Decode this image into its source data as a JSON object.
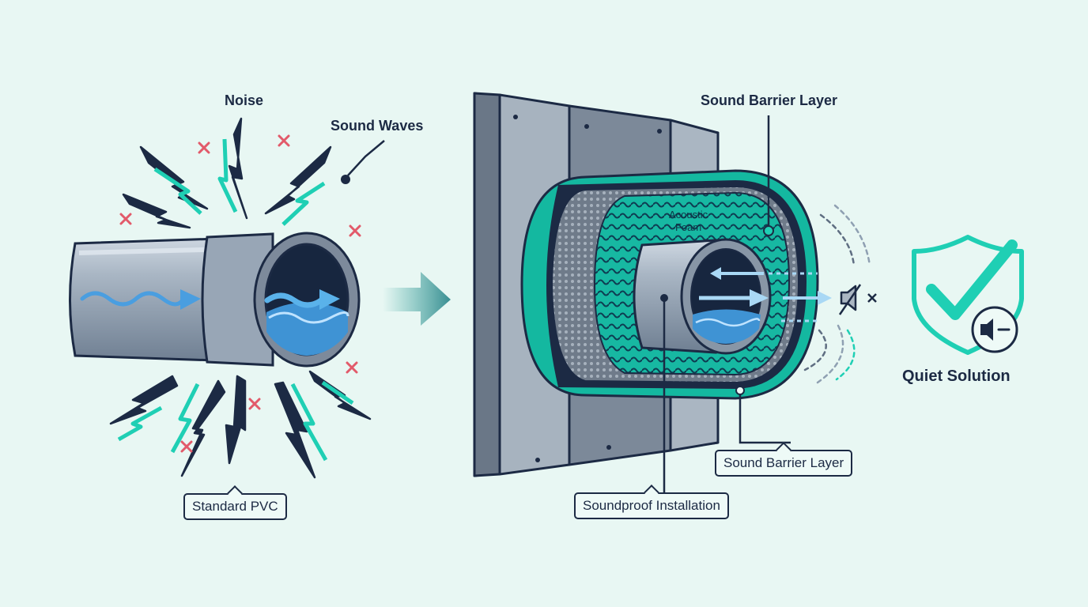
{
  "labels": {
    "noise": "Noise",
    "sound_waves": "Sound Waves",
    "standard_pvc": "Standard PVC",
    "sound_barrier_top": "Sound Barrier Layer",
    "acoustic_foam_line1": "Acoustic",
    "acoustic_foam_line2": "Foam",
    "sound_barrier_bottom": "Sound Barrier Layer",
    "soundproof_installation": "Soundproof Installation",
    "quiet_solution": "Quiet Solution"
  },
  "colors": {
    "background": "#e8f7f3",
    "navy": "#1c2a44",
    "teal": "#1fcfb4",
    "pipe_gray": "#8796a8",
    "water_blue": "#3f93d4",
    "alert_red": "#e25a6a"
  },
  "icons": [
    "lightning-icon",
    "x-mark-icon",
    "arrow-right-icon",
    "muted-speaker-icon",
    "shield-check-icon",
    "speaker-icon"
  ]
}
